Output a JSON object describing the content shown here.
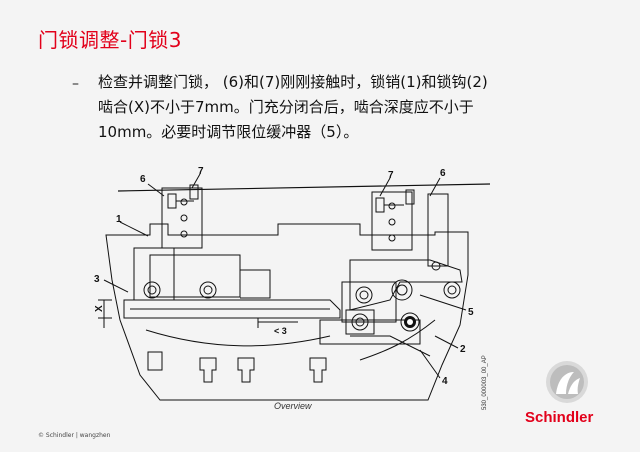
{
  "slide": {
    "title": "门锁调整-门锁3",
    "bullet_dash": "–",
    "body_lines": [
      "检查并调整门锁，  (6)和(7)刚刚接触时，锁销(1)和锁钩(2)",
      "啮合(X)不小于7mm。门充分闭合后，啮合深度应不小于",
      "10mm。必要时调节限位缓冲器（5）。"
    ],
    "footer": "© Schindler | wangzhen"
  },
  "drawing": {
    "callouts": {
      "c6_left": "6",
      "c7_left": "7",
      "c1": "1",
      "c3": "3",
      "cx": "X",
      "c7_right": "7",
      "c6_right": "6",
      "c5": "5",
      "c2": "2",
      "c4": "4"
    },
    "dim_label": "< 3",
    "caption": "Overview",
    "ref_code": "530_000003_00_AP"
  },
  "brand": {
    "name": "Schindler",
    "color": "#e2001a"
  }
}
